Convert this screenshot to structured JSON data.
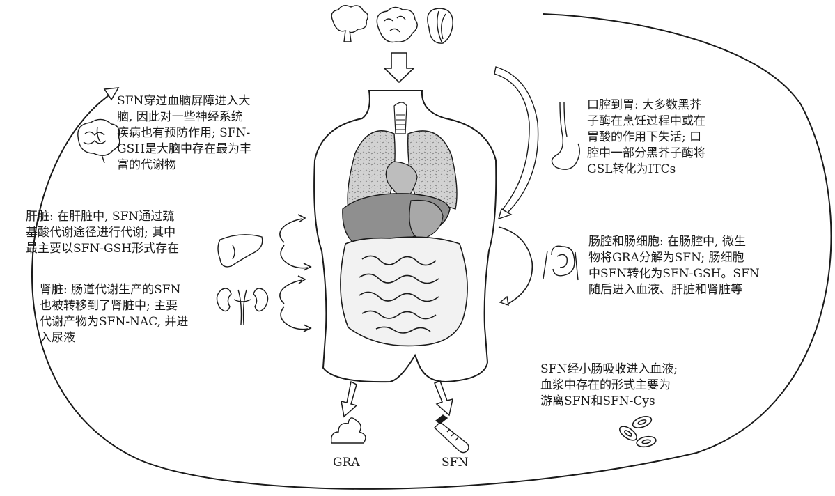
{
  "labels": {
    "brain": "SFN穿过血脑屏障进入大\n脑, 因此对一些神经系统\n疾病也有预防作用; SFN-\nGSH是大脑中存在最为丰\n富的代谢物",
    "mouth": "口腔到胃: 大多数黑芥\n子酶在烹饪过程中或在\n胃酸的作用下失活; 口\n腔中一部分黑芥子酶将\nGSL转化为ITCs",
    "liver": "肝脏: 在肝脏中, SFN通过巯\n基酸代谢途径进行代谢; 其中\n最主要以SFN-GSH形式存在",
    "intestine": "肠腔和肠细胞: 在肠腔中, 微生\n物将GRA分解为SFN; 肠细胞\n中SFN转化为SFN-GSH。SFN\n随后进入血液、肝脏和肾脏等",
    "kidney": "肾脏: 肠道代谢生产的SFN\n也被转移到了肾脏中; 主要\n代谢产物为SFN-NAC, 并进\n入尿液",
    "blood": "SFN经小肠吸收进入血液;\n血浆中存在的形式主要为\n游离SFN和SFN-Cys",
    "gra": "GRA",
    "sfn": "SFN"
  },
  "icons": [
    "broccoli-icon",
    "cauliflower-icon",
    "cabbage-icon",
    "brain-icon",
    "stomach-icon",
    "liver-icon",
    "intestine-icon",
    "kidney-icon",
    "feces-icon",
    "test-tube-icon",
    "red-blood-cells-icon"
  ],
  "colors": {
    "ink": "#1a1a1a",
    "organ_shade": "#8a8a8a"
  }
}
